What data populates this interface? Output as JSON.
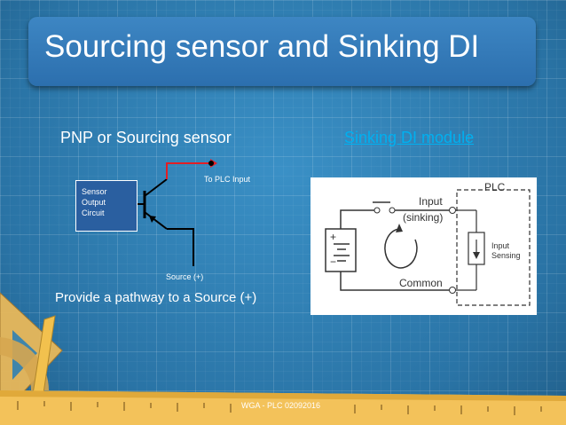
{
  "slide": {
    "title": "Sourcing sensor and Sinking DI",
    "left_heading": "PNP or Sourcing sensor",
    "right_heading": "Sinking DI module",
    "sensor_box_lines": [
      "Sensor",
      "Output",
      "Circuit"
    ],
    "to_plc_input": "To PLC Input",
    "source_label": "Source (+)",
    "caption": "Provide a pathway to a Source (+)",
    "footer": "WGA - PLC  02092016"
  },
  "plc_diagram": {
    "plc_label": "PLC",
    "input_label": "Input",
    "sinking_label": "(sinking)",
    "common_label": "Common",
    "input_sensing_label": "Input\nSensing",
    "plus": "+",
    "minus": "−"
  },
  "colors": {
    "background": "#2f7fb3",
    "title_bar": "#3478b8",
    "link": "#00b0f0",
    "red_wire": "#e31e24"
  }
}
